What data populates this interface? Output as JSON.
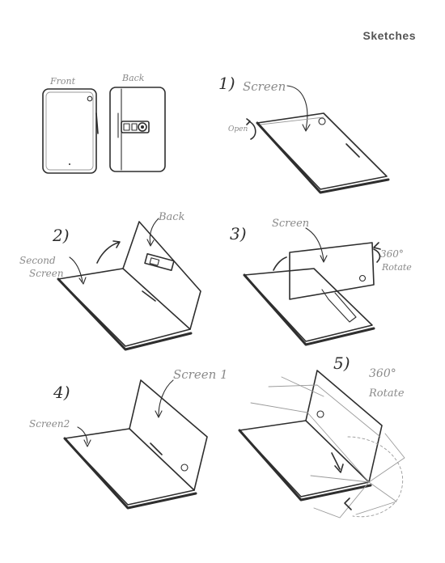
{
  "header": {
    "title": "Sketches"
  },
  "labels": {
    "front": "Front",
    "back": "Back",
    "step1": "1)",
    "screen1": "Screen",
    "open": "Open",
    "step2": "2)",
    "second_screen_line1": "Second",
    "second_screen_line2": "Screen",
    "back2": "Back",
    "step3": "3)",
    "screen3": "Screen",
    "rotate3_line1": "360°",
    "rotate3_line2": "Rotate",
    "step4": "4)",
    "screen2": "Screen2",
    "screen_1": "Screen 1",
    "step5": "5)",
    "rotate5_line1": "360°",
    "rotate5_line2": "Rotate"
  },
  "colors": {
    "ink": "#2e2e2e",
    "pencil_text": "#8a8a8a",
    "title": "#555555"
  }
}
